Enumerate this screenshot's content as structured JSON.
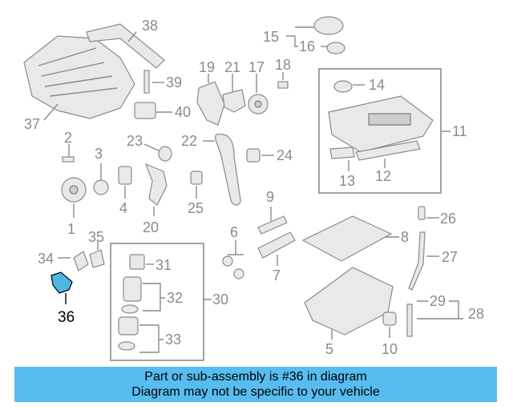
{
  "highlight_color": "#4fb7e6",
  "banner_color": "#57bdf0",
  "highlighted_part": "36",
  "labels": {
    "l1": "1",
    "l2": "2",
    "l3": "3",
    "l4": "4",
    "l5": "5",
    "l6": "6",
    "l7": "7",
    "l8": "8",
    "l9": "9",
    "l10": "10",
    "l11": "11",
    "l12": "12",
    "l13": "13",
    "l14": "14",
    "l15": "15",
    "l16": "16",
    "l17": "17",
    "l18": "18",
    "l19": "19",
    "l20": "20",
    "l21": "21",
    "l22": "22",
    "l23": "23",
    "l24": "24",
    "l25": "25",
    "l26": "26",
    "l27": "27",
    "l28": "28",
    "l29": "29",
    "l30": "30",
    "l31": "31",
    "l32": "32",
    "l33": "33",
    "l34": "34",
    "l35": "35",
    "l36": "36",
    "l37": "37",
    "l38": "38",
    "l39": "39",
    "l40": "40"
  },
  "banner": {
    "line1": "Part or sub-assembly is #36 in diagram",
    "line2": "Diagram may not be specific to your vehicle"
  }
}
